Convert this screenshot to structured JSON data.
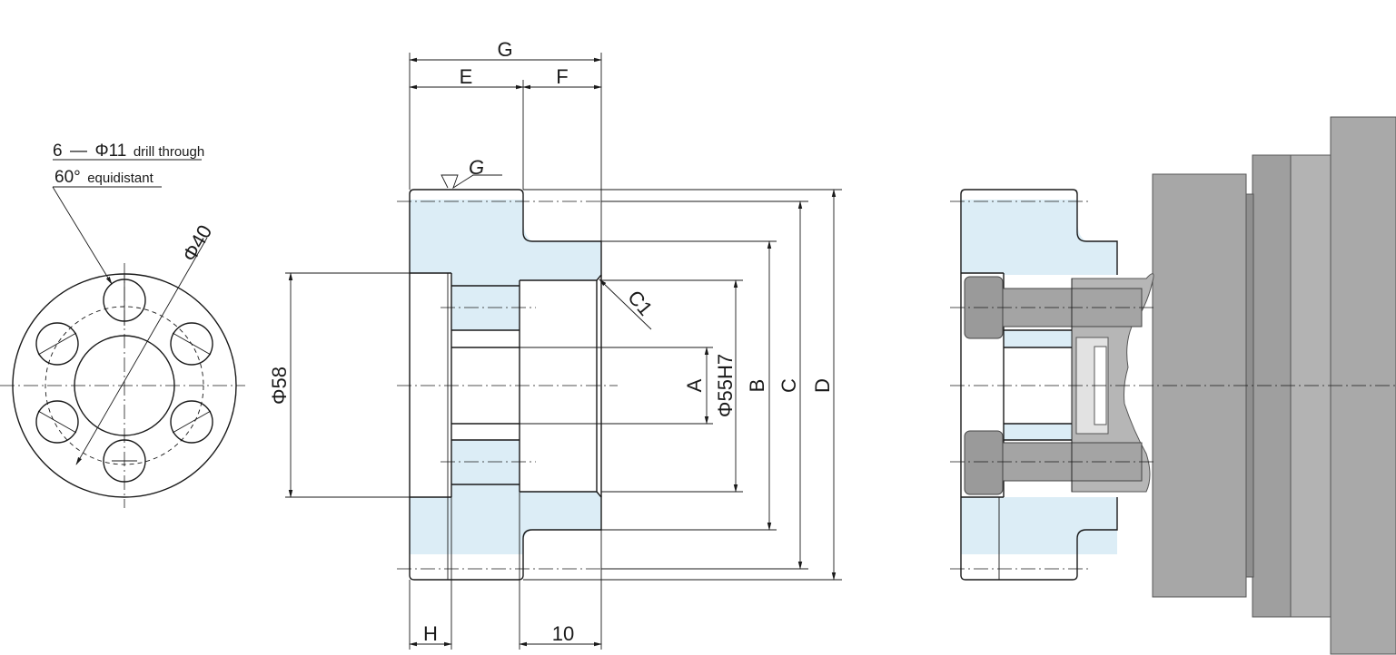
{
  "colors": {
    "section_fill": "#dcedf6",
    "line": "#1a1a1a",
    "part_gray": "#a7a7a7",
    "part_gray_dark": "#8c8c8c",
    "part_gray_light": "#c2c2c2"
  },
  "hole_note": {
    "count": "6",
    "dash": "—",
    "diameter": "Φ11",
    "text": "drill through",
    "spacing_angle": "60°",
    "spacing_text": "equidistant"
  },
  "dims": {
    "pcd": "Φ40",
    "od_front": "Φ58",
    "G_total": "G",
    "E": "E",
    "F": "F",
    "finish": "G",
    "chamfer": "C1",
    "A": "A",
    "bore": "Φ55H7",
    "B": "B",
    "C": "C",
    "D": "D",
    "H": "H",
    "ten": "10"
  }
}
